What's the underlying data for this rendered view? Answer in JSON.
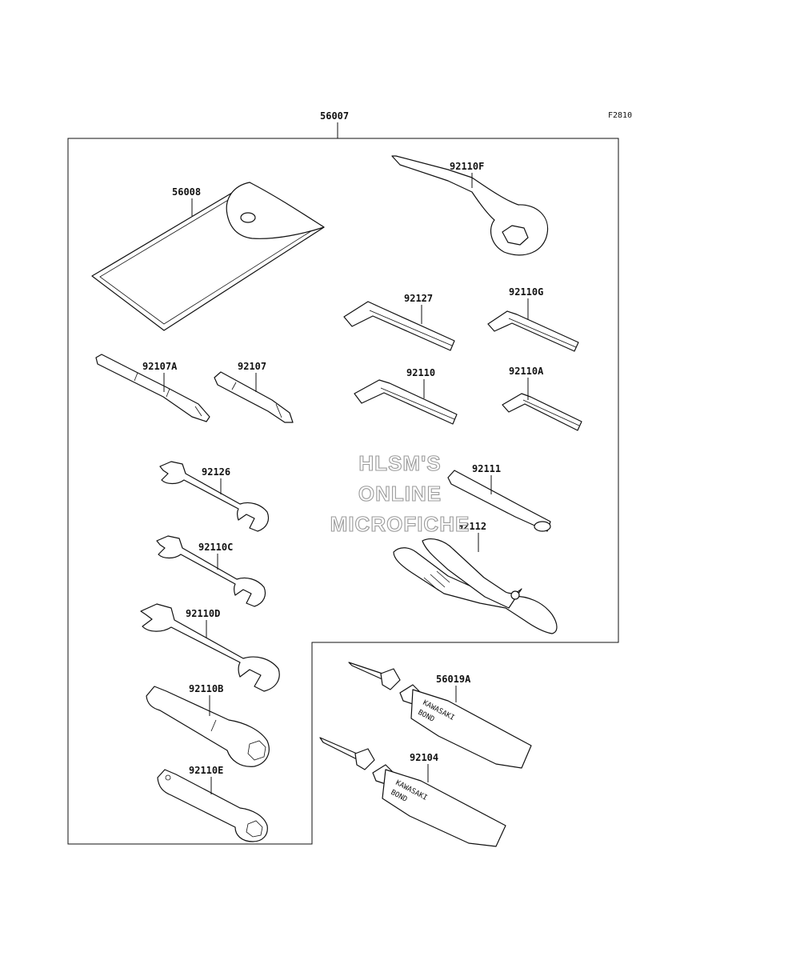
{
  "figure_code": "F2810",
  "assembly_label": "56007",
  "watermark": {
    "line1": "HLSM'S",
    "line2": "ONLINE",
    "line3": "MICROFICHE"
  },
  "tube_print": {
    "line1": "KAWASAKI",
    "line2": "BOND"
  },
  "callouts": {
    "pouch": "56008",
    "ring_wrench": "92110F",
    "hex_key_a": "92127",
    "hex_key_b": "92110G",
    "hex_key_c": "92110",
    "hex_key_d": "92110A",
    "screwdriver_bit_long": "92107A",
    "screwdriver_bit_short": "92107",
    "wrench_a": "92126",
    "wrench_b": "92110C",
    "wrench_c": "92110D",
    "handle": "92111",
    "pliers": "92112",
    "box_wrench_a": "92110B",
    "box_wrench_b": "92110E",
    "bond_a": "56019A",
    "bond_b": "92104"
  }
}
